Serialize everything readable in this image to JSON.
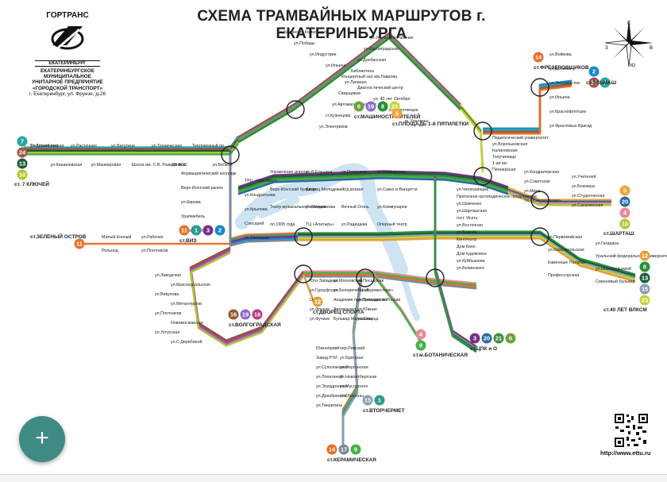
{
  "title": "СХЕМА ТРАМВАЙНЫХ МАРШРУТОВ г. ЕКАТЕРИНБУРГА",
  "logo": {
    "brand": "ГОРТРАНС",
    "brand2": "ЕКАТЕРИНБУРГ",
    "org": [
      "ЕКАТЕРИНБУРГСКОЕ",
      "МУНИЦИПАЛЬНОЕ",
      "УНИТАРНОЕ ПРЕДПРИЯТИЕ",
      "«ГОРОДСКОЙ ТРАНСПОРТ»",
      "г. Екатеринбург, ул. Фрунзе, д.26"
    ]
  },
  "website": "http://www.ettu.ru",
  "fab_label": "+",
  "compass": {
    "n": "С",
    "s": "Ю",
    "e": "В",
    "w": "З"
  },
  "route_colors": {
    "1": "#2e9b8f",
    "2": "#1e88c8",
    "3": "#7a2f88",
    "4": "#e58c9b",
    "5": "#f2a33a",
    "6": "#6aa33a",
    "7": "#27a7a0",
    "8": "#2a8f3a",
    "9": "#48b049",
    "10": "#b7c431",
    "11": "#e8732a",
    "12": "#e0a040",
    "13": "#1b5e36",
    "14": "#e86e25",
    "15": "#8a9fb4",
    "16": "#8d5a2e",
    "17": "#7c8a96",
    "18": "#b23b7f",
    "19": "#8e6bc4",
    "20": "#2c6aa5",
    "21": "#3c8d40",
    "23": "#c6d33a",
    "24": "#a05648",
    "26": "#d94f2c"
  },
  "terminals": [
    {
      "label": "ст. 7 КЛЮЧЕЙ",
      "routes": [
        "7",
        "24",
        "13",
        "10"
      ]
    },
    {
      "label": "ст.ЗЕЛЕНЫЙ ОСТРОВ",
      "routes": [
        "11"
      ]
    },
    {
      "label": "ст.ВИЗ",
      "routes": [
        "11",
        "1",
        "3",
        "2"
      ]
    },
    {
      "label": "ст.ВОЛГОГРАДСКАЯ",
      "routes": [
        "16",
        "19",
        "18"
      ]
    },
    {
      "label": "ст.ДВОРЕЦ СПОРТА",
      "routes": [
        "12"
      ]
    },
    {
      "label": "ст.МАШИНОСТРОИТЕЛЕЙ",
      "routes": [
        "6",
        "19",
        "8",
        "23"
      ]
    },
    {
      "label": "ст.ПЛОЩАДЬ 1-й ПЯТИЛЕТКИ",
      "routes": [
        "5"
      ]
    },
    {
      "label": "ст.ФРЕЗЕРОВЩИКОВ",
      "routes": [
        "14"
      ]
    },
    {
      "label": "ст.ЭЛЬМАШ",
      "routes": [
        "2",
        "7",
        "24"
      ]
    },
    {
      "label": "ст.ШАРТАШ",
      "routes": [
        "5",
        "20",
        "4",
        "10"
      ]
    },
    {
      "label": "ст.40 ЛЕТ ВЛКСМ",
      "routes": [
        "12",
        "8",
        "13",
        "15",
        "23"
      ]
    },
    {
      "label": "ст.ЦПК и О",
      "routes": [
        "3",
        "20",
        "21",
        "6"
      ]
    },
    {
      "label": "ст.м.БОТАНИЧЕСКАЯ",
      "routes": [
        "4",
        "9"
      ]
    },
    {
      "label": "ст.ВТОРЧЕРМЕТ",
      "routes": [
        "15",
        "1"
      ]
    },
    {
      "label": "ст.КЕРАМИЧЕСКАЯ",
      "routes": [
        "14",
        "17",
        "9"
      ]
    }
  ],
  "stops": {
    "west": [
      "ул.Дружининская",
      "ул.Кишиневская",
      "ул.Расточная",
      "ул.Маневровая",
      "ул.Ватутина",
      "Школа им. С.В. Размахнина",
      "ул.Техническая",
      "ДК ВОС",
      "Тепловозный пр.",
      "ул.Бебеля",
      "Таганский ряд"
    ],
    "north": [
      "ул.Бакинских Комиссаров",
      "ул.Уральских Рабочих",
      "ул.Победы",
      "ул.Кировградская",
      "ул.Индустрии",
      "ул.Донбасская",
      "ул.Ильича",
      "Библиотека",
      "Концертный зал им.Лаврова",
      "ул.Лукиных",
      "Диагностический центр",
      "Сварщиков",
      "ул. 40 лет Октября",
      "ул.Автомагистральная",
      "ул.Пехотинцев",
      "ст.Кузнецова",
      "м. Уралмаш",
      "ул.Электриков"
    ],
    "northeast": [
      "ул.Войкова",
      "ул.Донская",
      "ул.Энтузиастов",
      "ул.Ильича",
      "ул.Краснофлотцев",
      "ул.Фронтовых Бригад",
      "Педагогический университет",
      "ул.Вороньковская",
      "Калиновская",
      "Техучилище",
      "1-ая км",
      "Пионерская"
    ],
    "center": [
      "Формацевтический колледж",
      "ТРЦ «Карнавал»",
      "Верх-Исетский рынок",
      "ул.Кондратьева",
      "ул.Кирова",
      "ул.Крылова",
      "Уралмебель",
      "Слесарей",
      "ул.Токарей",
      "ул.Татищева",
      "Управление дороги",
      "ул.Б.Ельцина",
      "ул.Папанина",
      "ул.Шейнкмана",
      "Верх-Исетский бульвар",
      "Дворец Молодежи",
      "Ж/д вокзал",
      "ул.Сакко и Ванцетти",
      "Театр музыкальной комедии",
      "ул.Мельникова",
      "Вечный Огонь",
      "ул.Коммунаров",
      "пл.1905 года",
      "ТЦ «Алатырь»",
      "ул.Радищева",
      "Оперный театр",
      "ул.Челюскинцев",
      "Претелене-ортопедическое предприятие",
      "ул.Шевченко",
      "ул.Шарташская",
      "гост. Исеть",
      "ул.Восточная",
      "ул.Бажова",
      "Кинотеатр",
      "Дом Кино",
      "Дом художника",
      "ул.Куйбышева",
      "ул.Белинского"
    ],
    "east": [
      "ул.Кондратерская",
      "ул.Учителей",
      "ул.Советская",
      "ул.Блюхера",
      "ул.Мира",
      "ул.Студенческая",
      "ТК «Современник»",
      "ул.Сахалинская",
      "ул.Первомайская",
      "ул.Гагарина",
      "ул.Комсомольская",
      "Уральский федеральный университет",
      "Каменные Палатки",
      "ул.Новгородцевой",
      "Профессорская",
      "Сиреневый бульвар"
    ],
    "south": [
      "ул.Заводская",
      "ул.Красноуральская",
      "ул.Викулова",
      "ул.Металлургов",
      "ул.Плотников",
      "Новомосковская",
      "ул.Уктусская",
      "ул.С.Дерябиной",
      "Юго-Западная",
      "ул.Московская",
      "ул.Посадская",
      "ул.Гурзуфская",
      "ул.Белореченская",
      "ТЦ «Буревестник»",
      "Цирк",
      "Академия при Президенте России",
      "ул.Большакова",
      "ул.Фрунзе",
      "Автовокзал",
      "ул.Южная",
      "ул.Фучика",
      "Бульвар Малышева",
      "ул.Шварца",
      "Южнопривй",
      "пер.Рижский",
      "Завод РТИ",
      "ул.Братская",
      "ул.Сухоложская",
      "ул.Ферганская",
      "ул.Лопатиной",
      "ул.Новоатбергская",
      "ул.Эскадронная",
      "ул.Мусорского",
      "ул.Декабристов",
      "ул.Обороны",
      "ул.Тверитина"
    ],
    "nw_wide": [
      "Малый Конный",
      "ул.Рабочих",
      "Рольнод",
      "ул.Плотников"
    ]
  }
}
